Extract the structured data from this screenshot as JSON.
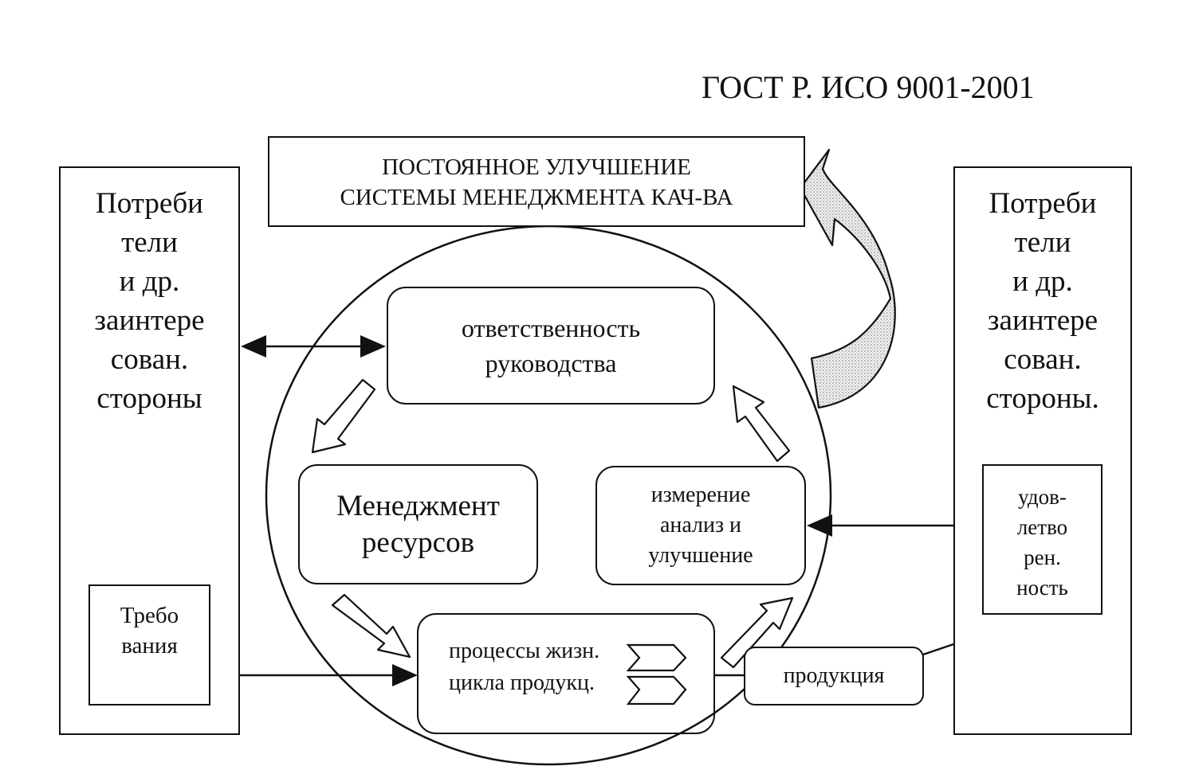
{
  "header": {
    "standard": "ГОСТ Р. ИСО 9001-2001"
  },
  "improvement": {
    "line1": "ПОСТОЯННОЕ УЛУЧШЕНИЕ",
    "line2": "СИСТЕМЫ МЕНЕДЖМЕНТА КАЧ-ВА"
  },
  "left_party": {
    "lines": [
      "Потреби",
      "тели",
      "и др.",
      "заинтере",
      "сован.",
      "стороны"
    ]
  },
  "right_party": {
    "lines": [
      "Потреби",
      "тели",
      "и др.",
      "заинтере",
      "сован.",
      "стороны."
    ]
  },
  "requirements": {
    "line1": "Требо",
    "line2": "вания"
  },
  "satisfaction": {
    "line1": "удов-",
    "line2": "летво",
    "line3": "рен.",
    "line4": "ность"
  },
  "processes": {
    "responsibility": {
      "line1": "ответственность",
      "line2": "руководства"
    },
    "resources": {
      "line1": "Менеджмент",
      "line2": "ресурсов"
    },
    "measurement": {
      "line1": "измерение",
      "line2": "анализ и",
      "line3": "улучшение"
    },
    "lifecycle": {
      "line1": "процессы жизн.",
      "line2": "цикла продукц."
    }
  },
  "product": {
    "label": "продукция"
  }
}
